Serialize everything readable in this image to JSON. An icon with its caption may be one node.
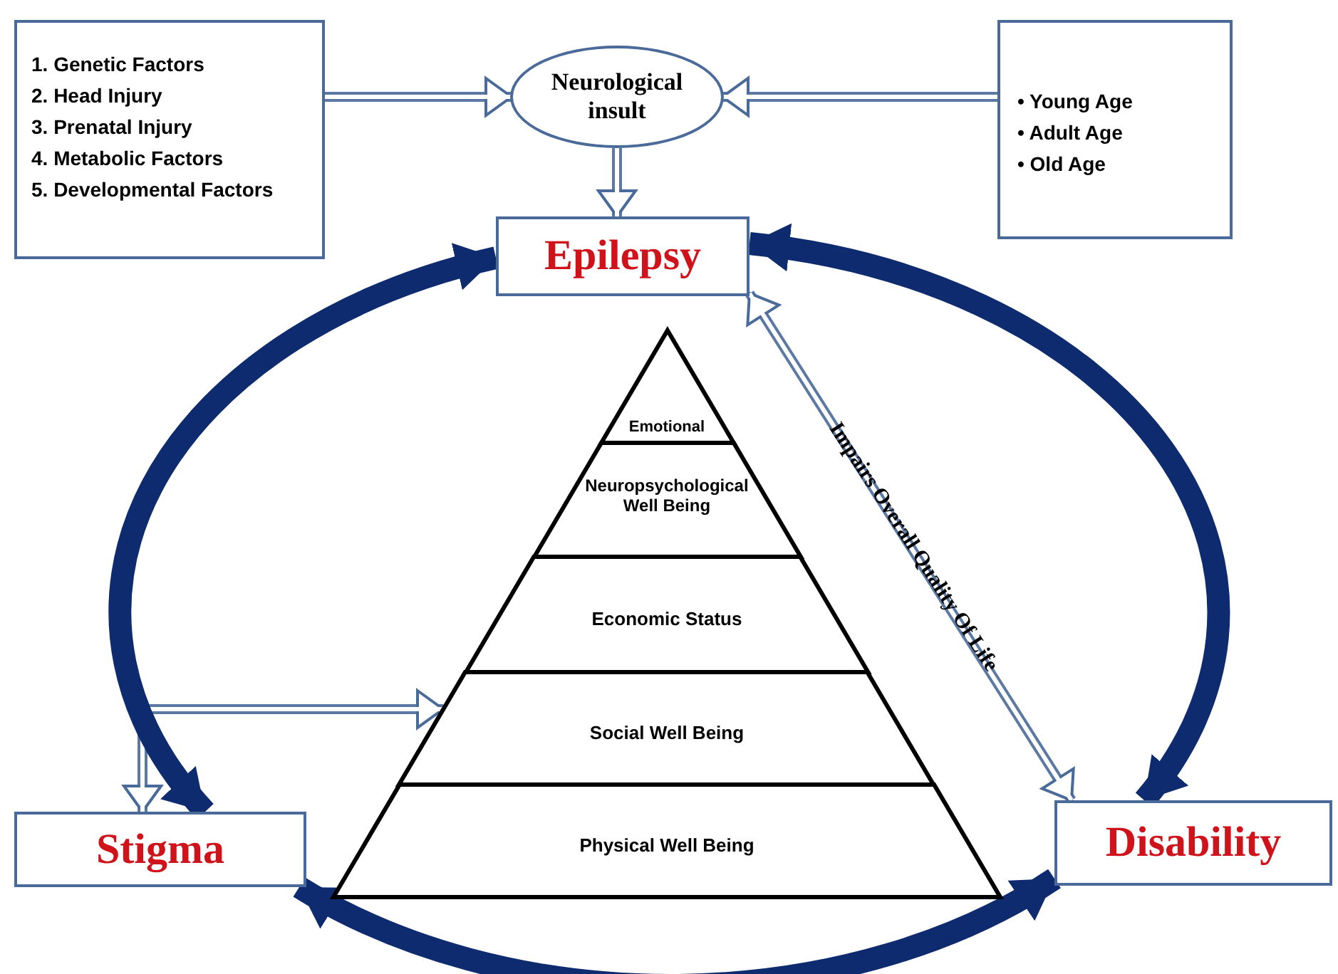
{
  "diagram": {
    "nodes": [
      {
        "text": [
          "1. Genetic Factors",
          "2. Head Injury",
          "3. Prenatal Injury",
          "4. Metabolic Factors",
          "5. Developmental Factors"
        ]
      },
      {
        "text": [
          "Neurological insult"
        ]
      },
      {
        "text": [
          "• Young Age",
          "• Adult Age",
          "• Old Age"
        ]
      },
      {
        "text": [
          "Epilepsy"
        ]
      },
      {
        "text": [
          "Emotional"
        ]
      },
      {
        "text": [
          "Neuropsychological Well Being"
        ]
      },
      {
        "text": [
          "Economic Status"
        ]
      },
      {
        "text": [
          "Social Well Being"
        ]
      },
      {
        "text": [
          "Physical Well Being"
        ]
      },
      {
        "text": [
          "Stigma"
        ]
      },
      {
        "text": [
          "Disability"
        ]
      }
    ],
    "edges": [
      {
        "from": 0,
        "to": 1,
        "arrow": "to"
      },
      {
        "from": 2,
        "to": 1,
        "arrow": "to"
      },
      {
        "from": 1,
        "to": 3,
        "arrow": "to"
      },
      {
        "from": 3,
        "to": 10,
        "arrow": "both",
        "label": "Impairs Overall Quality Of Life"
      },
      {
        "from": 9,
        "to": 7,
        "arrow": "both"
      },
      {
        "from": 3,
        "to": 9,
        "arrow": "both",
        "style": "thick",
        "color": "#0d2b6e"
      },
      {
        "from": 3,
        "to": 10,
        "arrow": "both",
        "style": "thick",
        "color": "#0d2b6e"
      },
      {
        "from": 9,
        "to": 10,
        "arrow": "both",
        "style": "thick",
        "color": "#0d2b6e"
      }
    ]
  }
}
